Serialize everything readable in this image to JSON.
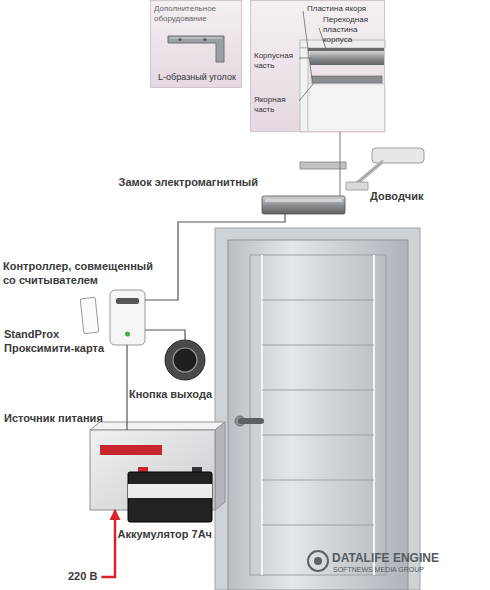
{
  "diagram": {
    "nodes": [
      {
        "text": [
          "Дополнительное оборудование",
          "L-образный уголок"
        ]
      },
      {
        "text": [
          "Пластина якоря",
          "Переходная пластина корпуса",
          "Корпусная часть",
          "Якорная часть"
        ]
      },
      {
        "text": [
          "Замок электромагнитный"
        ]
      },
      {
        "text": [
          "Доводчик"
        ]
      },
      {
        "text": [
          "Контроллер, совмещенный со считывателем"
        ]
      },
      {
        "text": [
          "StandProx Проксимити-карта"
        ]
      },
      {
        "text": [
          "Кнопка выхода"
        ]
      },
      {
        "text": [
          "Источник питания"
        ]
      },
      {
        "text": [
          "Аккумулятор 7Ач"
        ]
      },
      {
        "text": [
          "220 В"
        ]
      }
    ],
    "edges": [
      {
        "from": 2,
        "to": 1,
        "arrow": "none"
      },
      {
        "from": 4,
        "to": 2,
        "arrow": "none"
      },
      {
        "from": 4,
        "to": 6,
        "arrow": "none"
      },
      {
        "from": 4,
        "to": 7,
        "arrow": "none"
      },
      {
        "from": 9,
        "to": 7,
        "arrow": "to"
      }
    ],
    "labels": [
      "DATALIFE ENGINE",
      "SOFTNEWS MEDIA GROUP"
    ]
  }
}
